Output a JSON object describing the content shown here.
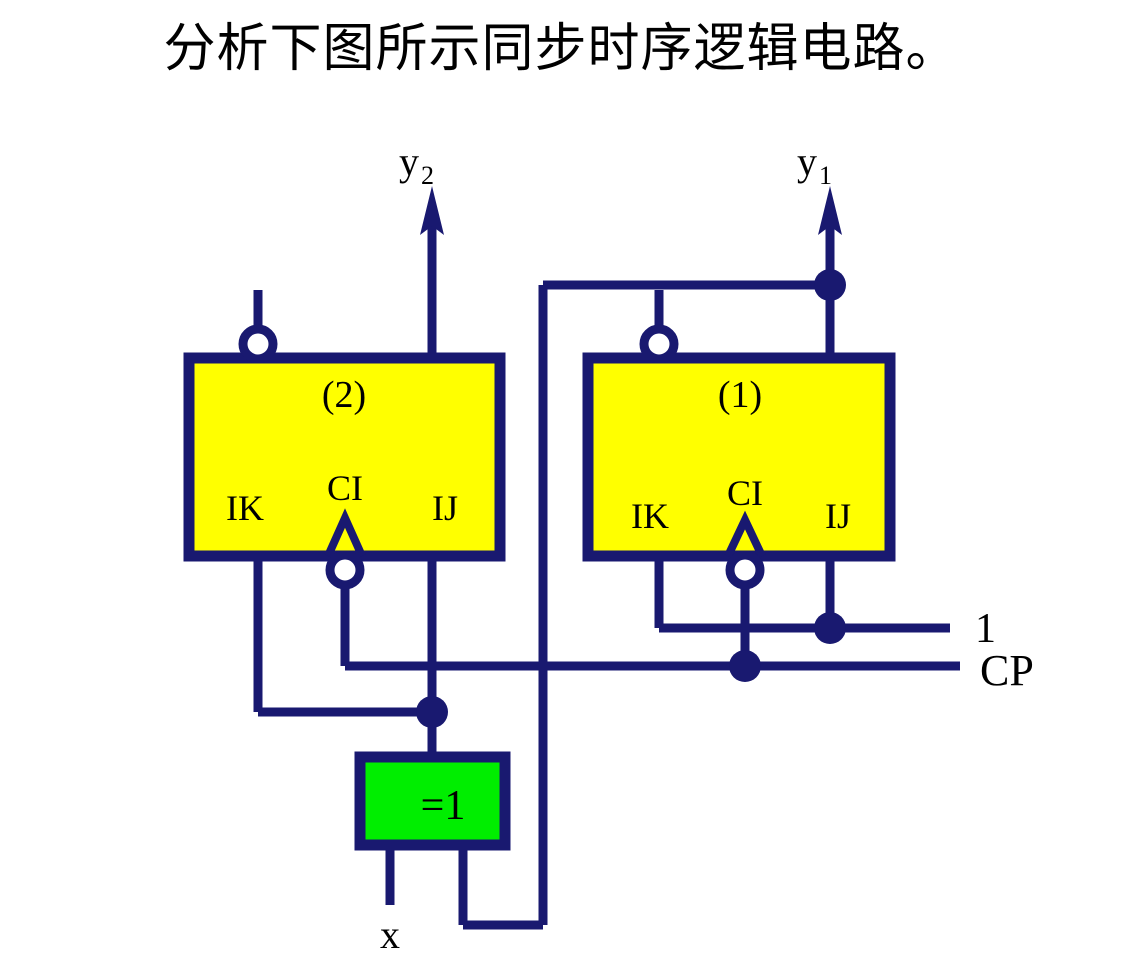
{
  "title": "分析下图所示同步时序逻辑电路。",
  "colors": {
    "wire": "#191970",
    "flipflop_fill": "#ffff00",
    "xor_fill": "#00ee00",
    "text": "#000000",
    "background": "#ffffff"
  },
  "circuit": {
    "type": "synchronous-sequential-logic",
    "outputs": [
      {
        "id": "y2",
        "label": "y",
        "subscript": "2"
      },
      {
        "id": "y1",
        "label": "y",
        "subscript": "1"
      }
    ],
    "inputs": [
      {
        "id": "x",
        "label": "x"
      },
      {
        "id": "cp",
        "label": "CP"
      },
      {
        "id": "logic_one",
        "label": "1"
      }
    ],
    "flipflops": [
      {
        "id": "ff2",
        "name": "(2)",
        "pins": {
          "k": "IK",
          "clock": "CI",
          "j": "IJ"
        },
        "clock_inverted": true,
        "reset_inverted": true
      },
      {
        "id": "ff1",
        "name": "(1)",
        "pins": {
          "k": "IK",
          "clock": "CI",
          "j": "IJ"
        },
        "clock_inverted": true,
        "reset_inverted": true
      }
    ],
    "gates": [
      {
        "id": "xor1",
        "label": "=1",
        "type": "xor"
      }
    ]
  }
}
